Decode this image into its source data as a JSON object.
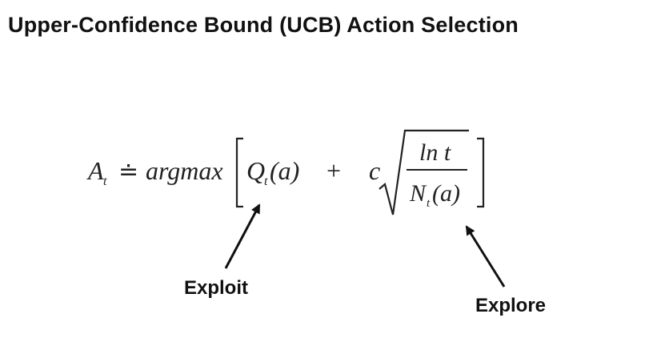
{
  "title": "Upper-Confidence Bound (UCB) Action Selection",
  "formula": {
    "lhs_symbol": "A",
    "lhs_subscript": "t",
    "defined_as": "≐",
    "operator": "argmax",
    "q_symbol": "Q",
    "q_subscript": "t",
    "q_argument": "(a)",
    "plus": "+",
    "coefficient": "c",
    "numerator": "ln t",
    "denominator_symbol": "N",
    "denominator_subscript": "t",
    "denominator_argument": "(a)"
  },
  "annotations": {
    "exploit_label": "Exploit",
    "explore_label": "Explore"
  }
}
